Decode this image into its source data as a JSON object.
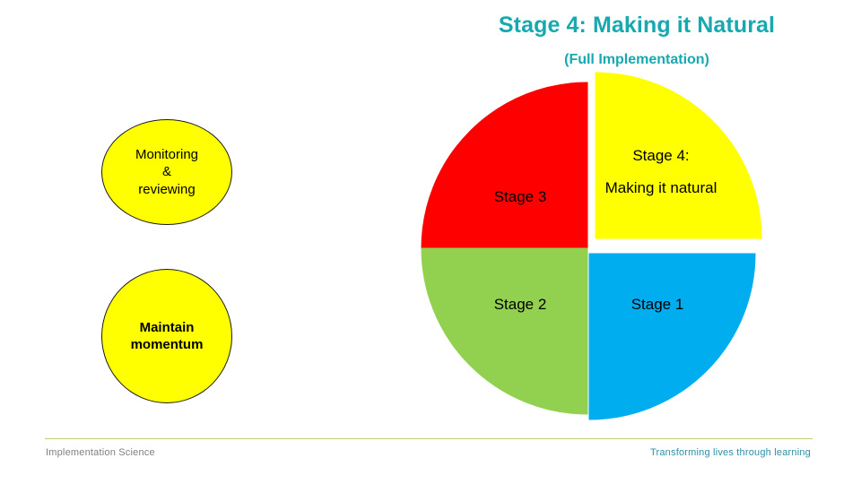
{
  "slide": {
    "title": "Stage 4: Making it Natural",
    "subtitle": "(Full Implementation)",
    "title_color": "#17A8B0",
    "background": "#FFFFFF"
  },
  "bubbles": [
    {
      "id": "monitoring",
      "text": "Monitoring\n&\nreviewing",
      "line1": "Monitoring",
      "line2": "&",
      "line3": "reviewing",
      "fill": "#FFFF00",
      "stroke": "#1A1A1A"
    },
    {
      "id": "momentum",
      "text": "Maintain\nmomentum",
      "line1": "Maintain",
      "line2": "momentum",
      "fill": "#FFFF00",
      "stroke": "#1A1A1A"
    }
  ],
  "chart_data": {
    "type": "pie",
    "title": "",
    "categories": [
      "Stage 1",
      "Stage 2",
      "Stage 3",
      "Stage 4"
    ],
    "values": [
      25,
      25,
      25,
      25
    ],
    "colors": [
      "#00AEEF",
      "#92D050",
      "#FF0000",
      "#FFFF00"
    ],
    "labels": [
      "Stage 1",
      "Stage 2",
      "Stage 3",
      "Stage 4:"
    ],
    "exploded_slice": "Stage 4",
    "slice_label_stage4_line1": "Stage 4:",
    "slice_label_stage4_line2": "Making it natural",
    "slice_label_stage3": "Stage 3",
    "slice_label_stage2": "Stage 2",
    "slice_label_stage1": "Stage 1",
    "legend": "none",
    "grid": false
  },
  "footer": {
    "left": "Implementation Science",
    "right": "Transforming lives through learning",
    "rule_color": "#BFCF6B"
  }
}
